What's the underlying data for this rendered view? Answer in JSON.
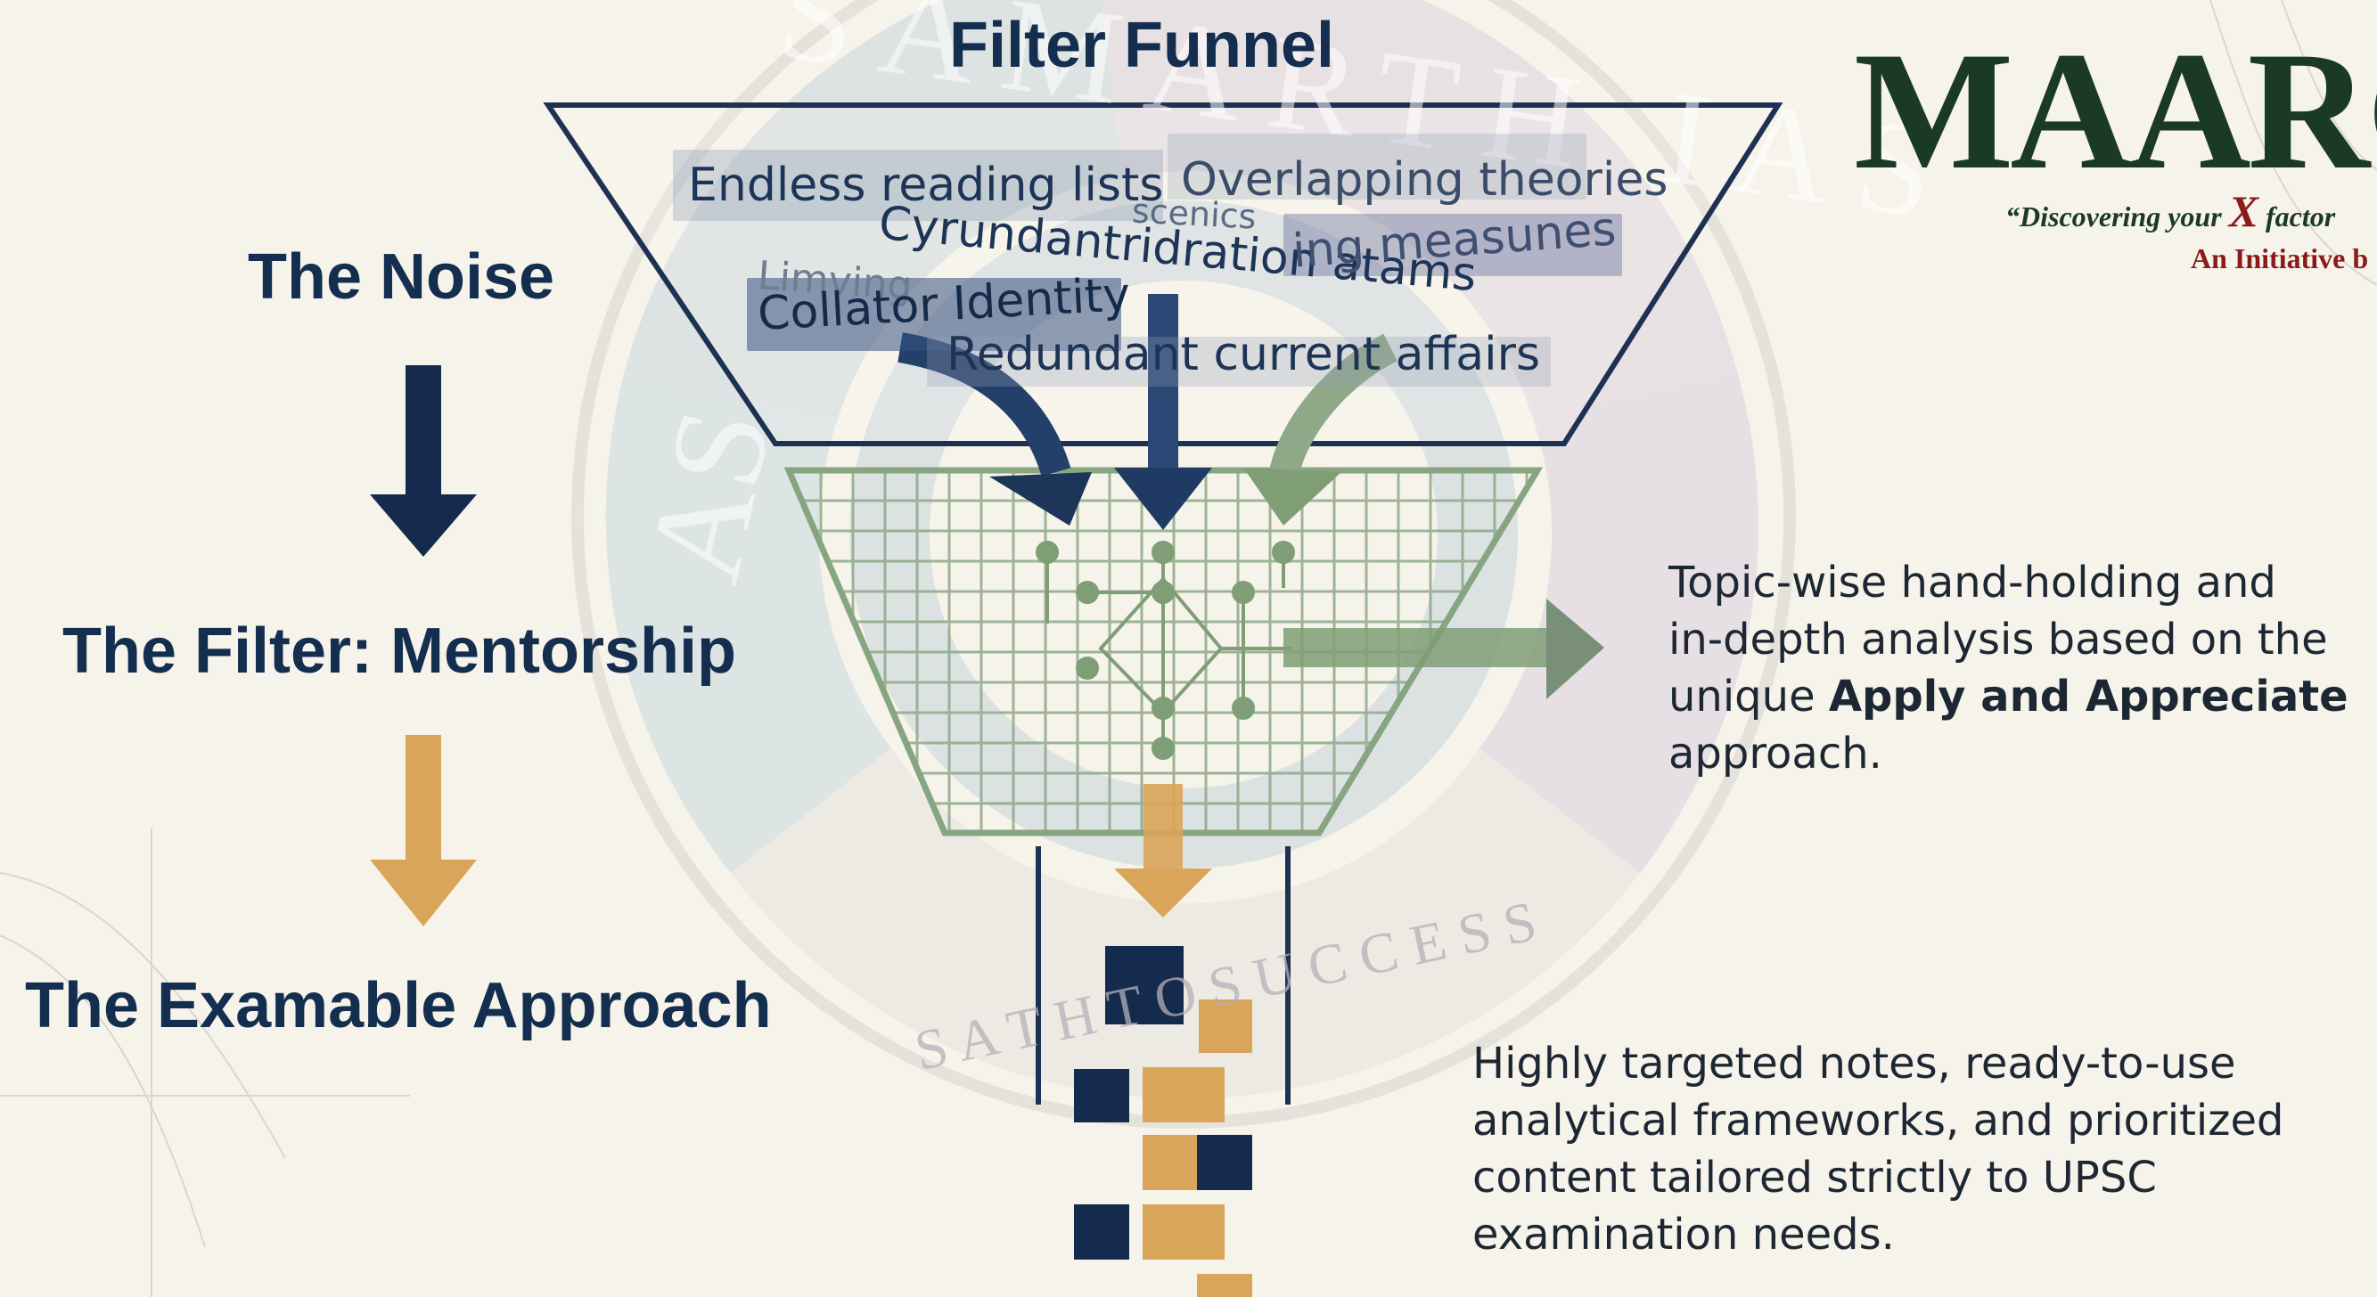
{
  "title": "Filter Funnel",
  "stages": {
    "noise": "The Noise",
    "filter": "The Filter: Mentorship",
    "examable": "The Examable Approach"
  },
  "noise_words": {
    "w1": "Endless reading lists",
    "w2": "Overlapping theories",
    "w3": "Cyrundantridration atams",
    "w4": "ing measunes",
    "w5": "Collator Identity",
    "w6": "Redundant current affairs",
    "w7": "Limving",
    "w8": "scenics"
  },
  "filter_desc": {
    "line1": "Topic-wise hand-holding and",
    "line2": "in-depth analysis based on the",
    "line3_pre": "unique ",
    "line3_bold": "Apply and Appreciate",
    "line4": "approach."
  },
  "output_desc": {
    "line1": "Highly targeted notes, ready-to-use",
    "line2": "analytical frameworks, and prioritized",
    "line3": "content tailored strictly to UPSC",
    "line4": "examination needs."
  },
  "logo": {
    "wordmark": "MAARG",
    "tagline_pre": "“Discovering your",
    "tagline_x": "X",
    "tagline_post": "factor",
    "initiative": "An Initiative b"
  },
  "watermark": {
    "top_text": "SAMARTH IAS",
    "left_text": "AS",
    "bottom_text": "S A T H   T O   S U C C E S S"
  },
  "colors": {
    "navy": "#132e4f",
    "gold": "#d9a55a",
    "green": "#7f9e76",
    "logo_green": "#1b3a24",
    "logo_red": "#8b1a1a",
    "background": "#f6f3ea"
  }
}
